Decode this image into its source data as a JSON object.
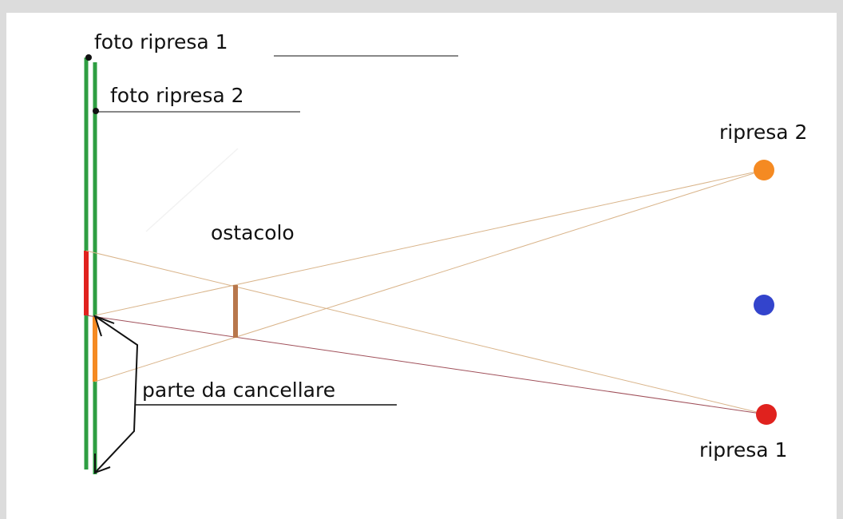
{
  "labels": {
    "foto_ripresa_1": "foto ripresa 1",
    "foto_ripresa_2": "foto ripresa 2",
    "ripresa_2": "ripresa 2",
    "ripresa_1": "ripresa 1",
    "ostacolo": "ostacolo",
    "parte_da_cancellare": "parte da cancellare"
  },
  "colors": {
    "plane": "#2e9e42",
    "camera_1": "#e0221e",
    "camera_2": "#f58a22",
    "center": "#3344cc",
    "obstacle": "#b8774b",
    "ray_light": "#d9b48a",
    "ray_dark": "#a0505a",
    "ink": "#111111"
  }
}
